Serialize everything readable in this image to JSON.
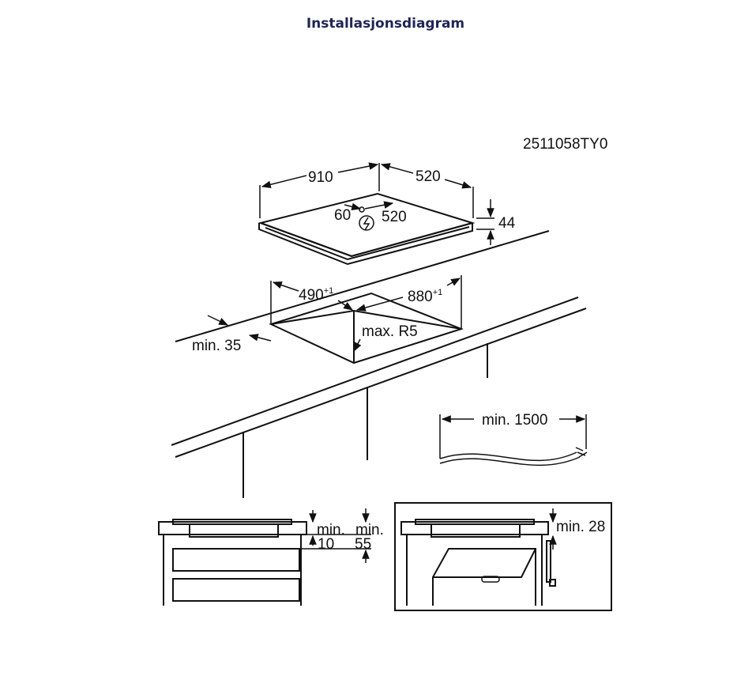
{
  "header": {
    "title": "Installasjonsdiagram"
  },
  "diagram": {
    "code": "2511058TY0",
    "hob": {
      "width": "910",
      "depth": "520",
      "thickness": "44",
      "conn_x": "60",
      "conn_y": "520"
    },
    "cutout": {
      "depth": "490",
      "depth_tol": "+1",
      "width": "880",
      "width_tol": "+1",
      "radius": "max. R5",
      "edge": "min. 35"
    },
    "cable": {
      "length": "min. 1500"
    },
    "section_left": {
      "a_top": "min.",
      "a_bottom": "10",
      "b_top": "min.",
      "b_bottom": "55"
    },
    "section_right": {
      "gap": "min. 28"
    }
  }
}
